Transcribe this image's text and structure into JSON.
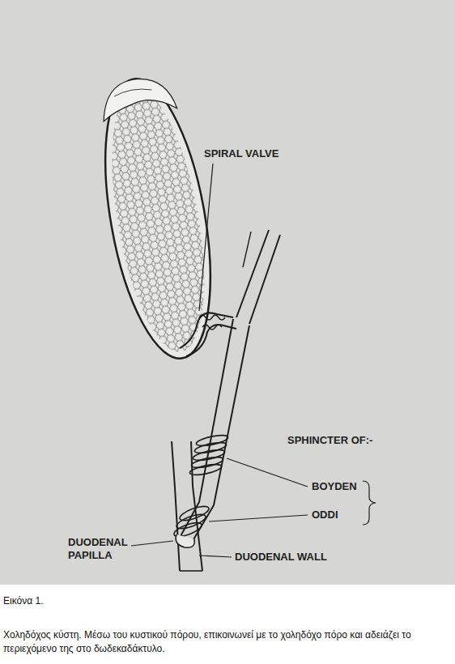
{
  "diagram": {
    "title": "Εικόνα 1.",
    "caption": "Χοληδόχος κύστη. Μέσω του κυστικού πόρου, επικοινωνεί με το χοληδόχο πόρο και αδειάζει το περιεχόμενο της στο δωδεκαδάκτυλο.",
    "labels": [
      "SPIRAL VALVE",
      "SPHINCTER OF:-",
      "BOYDEN",
      "ODDI",
      "DUODENAL PAPILLA",
      "DUODENAL WALL"
    ]
  }
}
